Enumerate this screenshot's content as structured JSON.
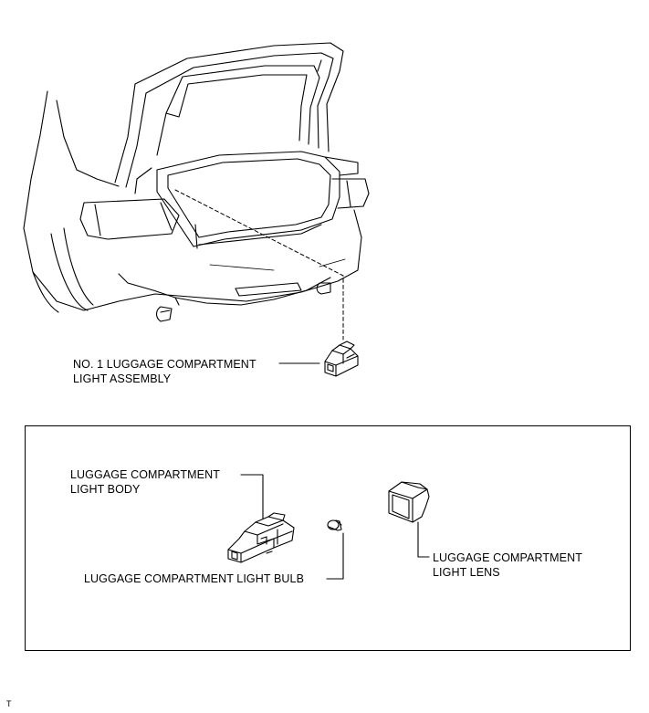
{
  "labels": {
    "assembly_line1": "NO. 1 LUGGAGE COMPARTMENT",
    "assembly_line2": "LIGHT ASSEMBLY",
    "body_line1": "LUGGAGE COMPARTMENT",
    "body_line2": "LIGHT BODY",
    "bulb": "LUGGAGE COMPARTMENT LIGHT BULB",
    "lens_line1": "LUGGAGE COMPARTMENT",
    "lens_line2": "LIGHT LENS"
  },
  "footer": {
    "mark": "T"
  },
  "colors": {
    "line": "#000000",
    "background": "#ffffff"
  }
}
